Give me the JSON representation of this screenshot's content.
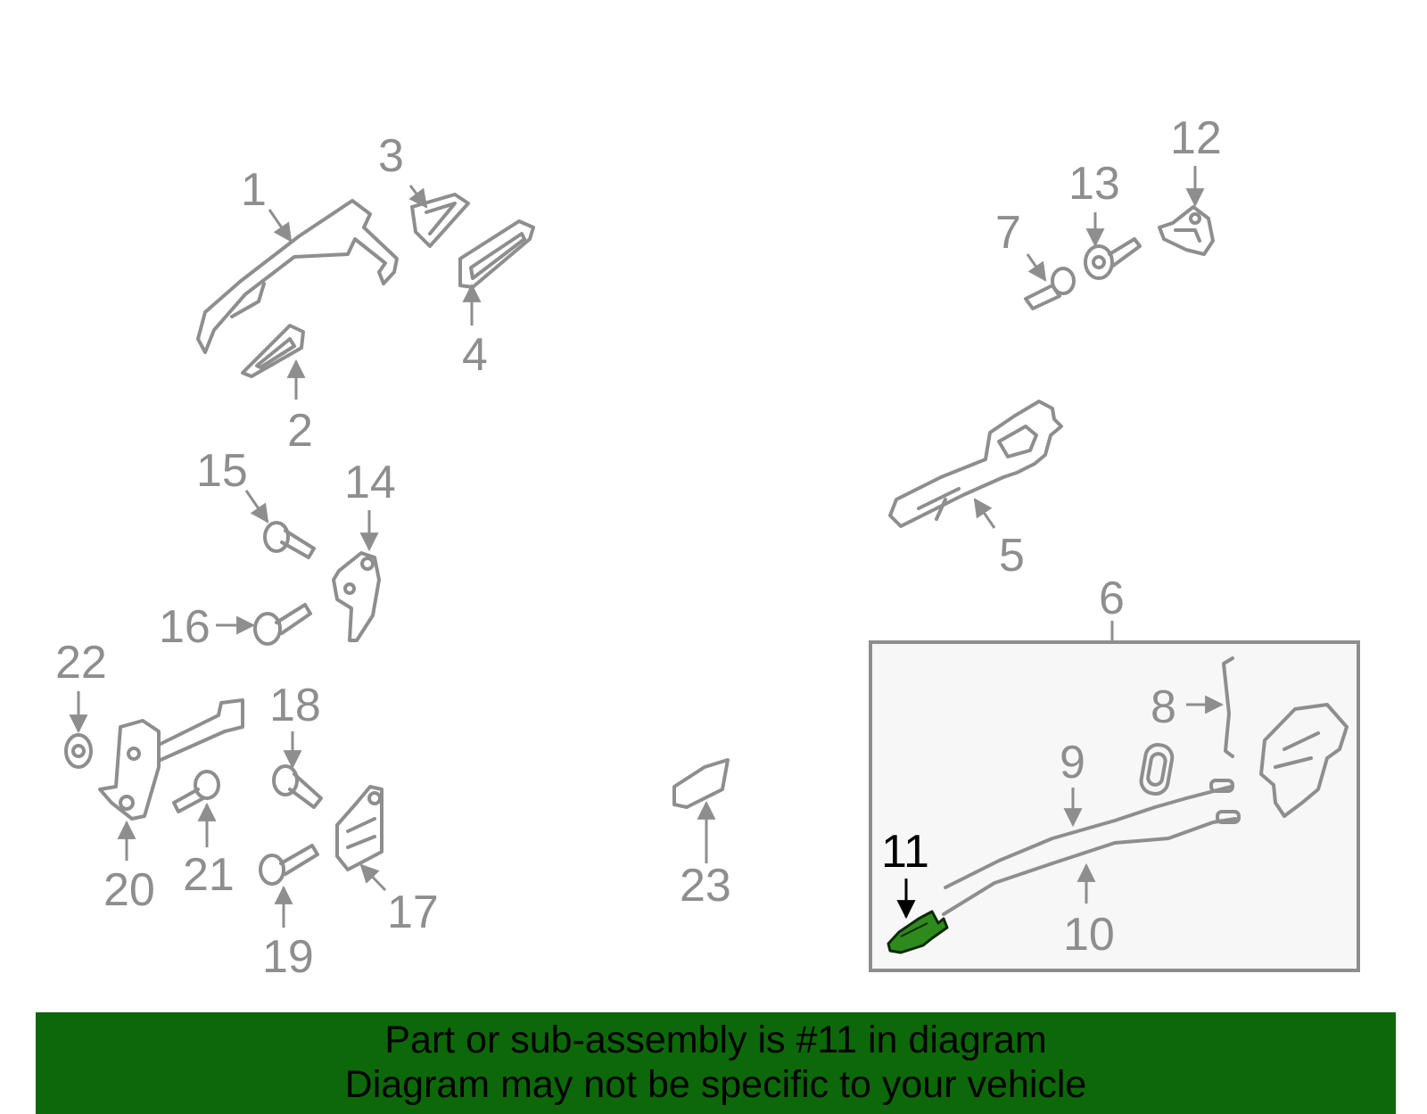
{
  "labels": {
    "p1": "1",
    "p2": "2",
    "p3": "3",
    "p4": "4",
    "p5": "5",
    "p6": "6",
    "p7": "7",
    "p8": "8",
    "p9": "9",
    "p10": "10",
    "p11": "11",
    "p12": "12",
    "p13": "13",
    "p14": "14",
    "p15": "15",
    "p16": "16",
    "p17": "17",
    "p18": "18",
    "p19": "19",
    "p20": "20",
    "p21": "21",
    "p22": "22",
    "p23": "23"
  },
  "highlight": {
    "part": "11",
    "color": "#2f8a1e"
  },
  "banner": {
    "line1": "Part or sub-assembly is #11 in diagram",
    "line2": "Diagram may not be specific to your vehicle",
    "background": "#0d6809"
  },
  "colors": {
    "part_stroke": "#8e8e8e",
    "label_gray": "#8e8e8e",
    "label_highlight": "#000000"
  }
}
